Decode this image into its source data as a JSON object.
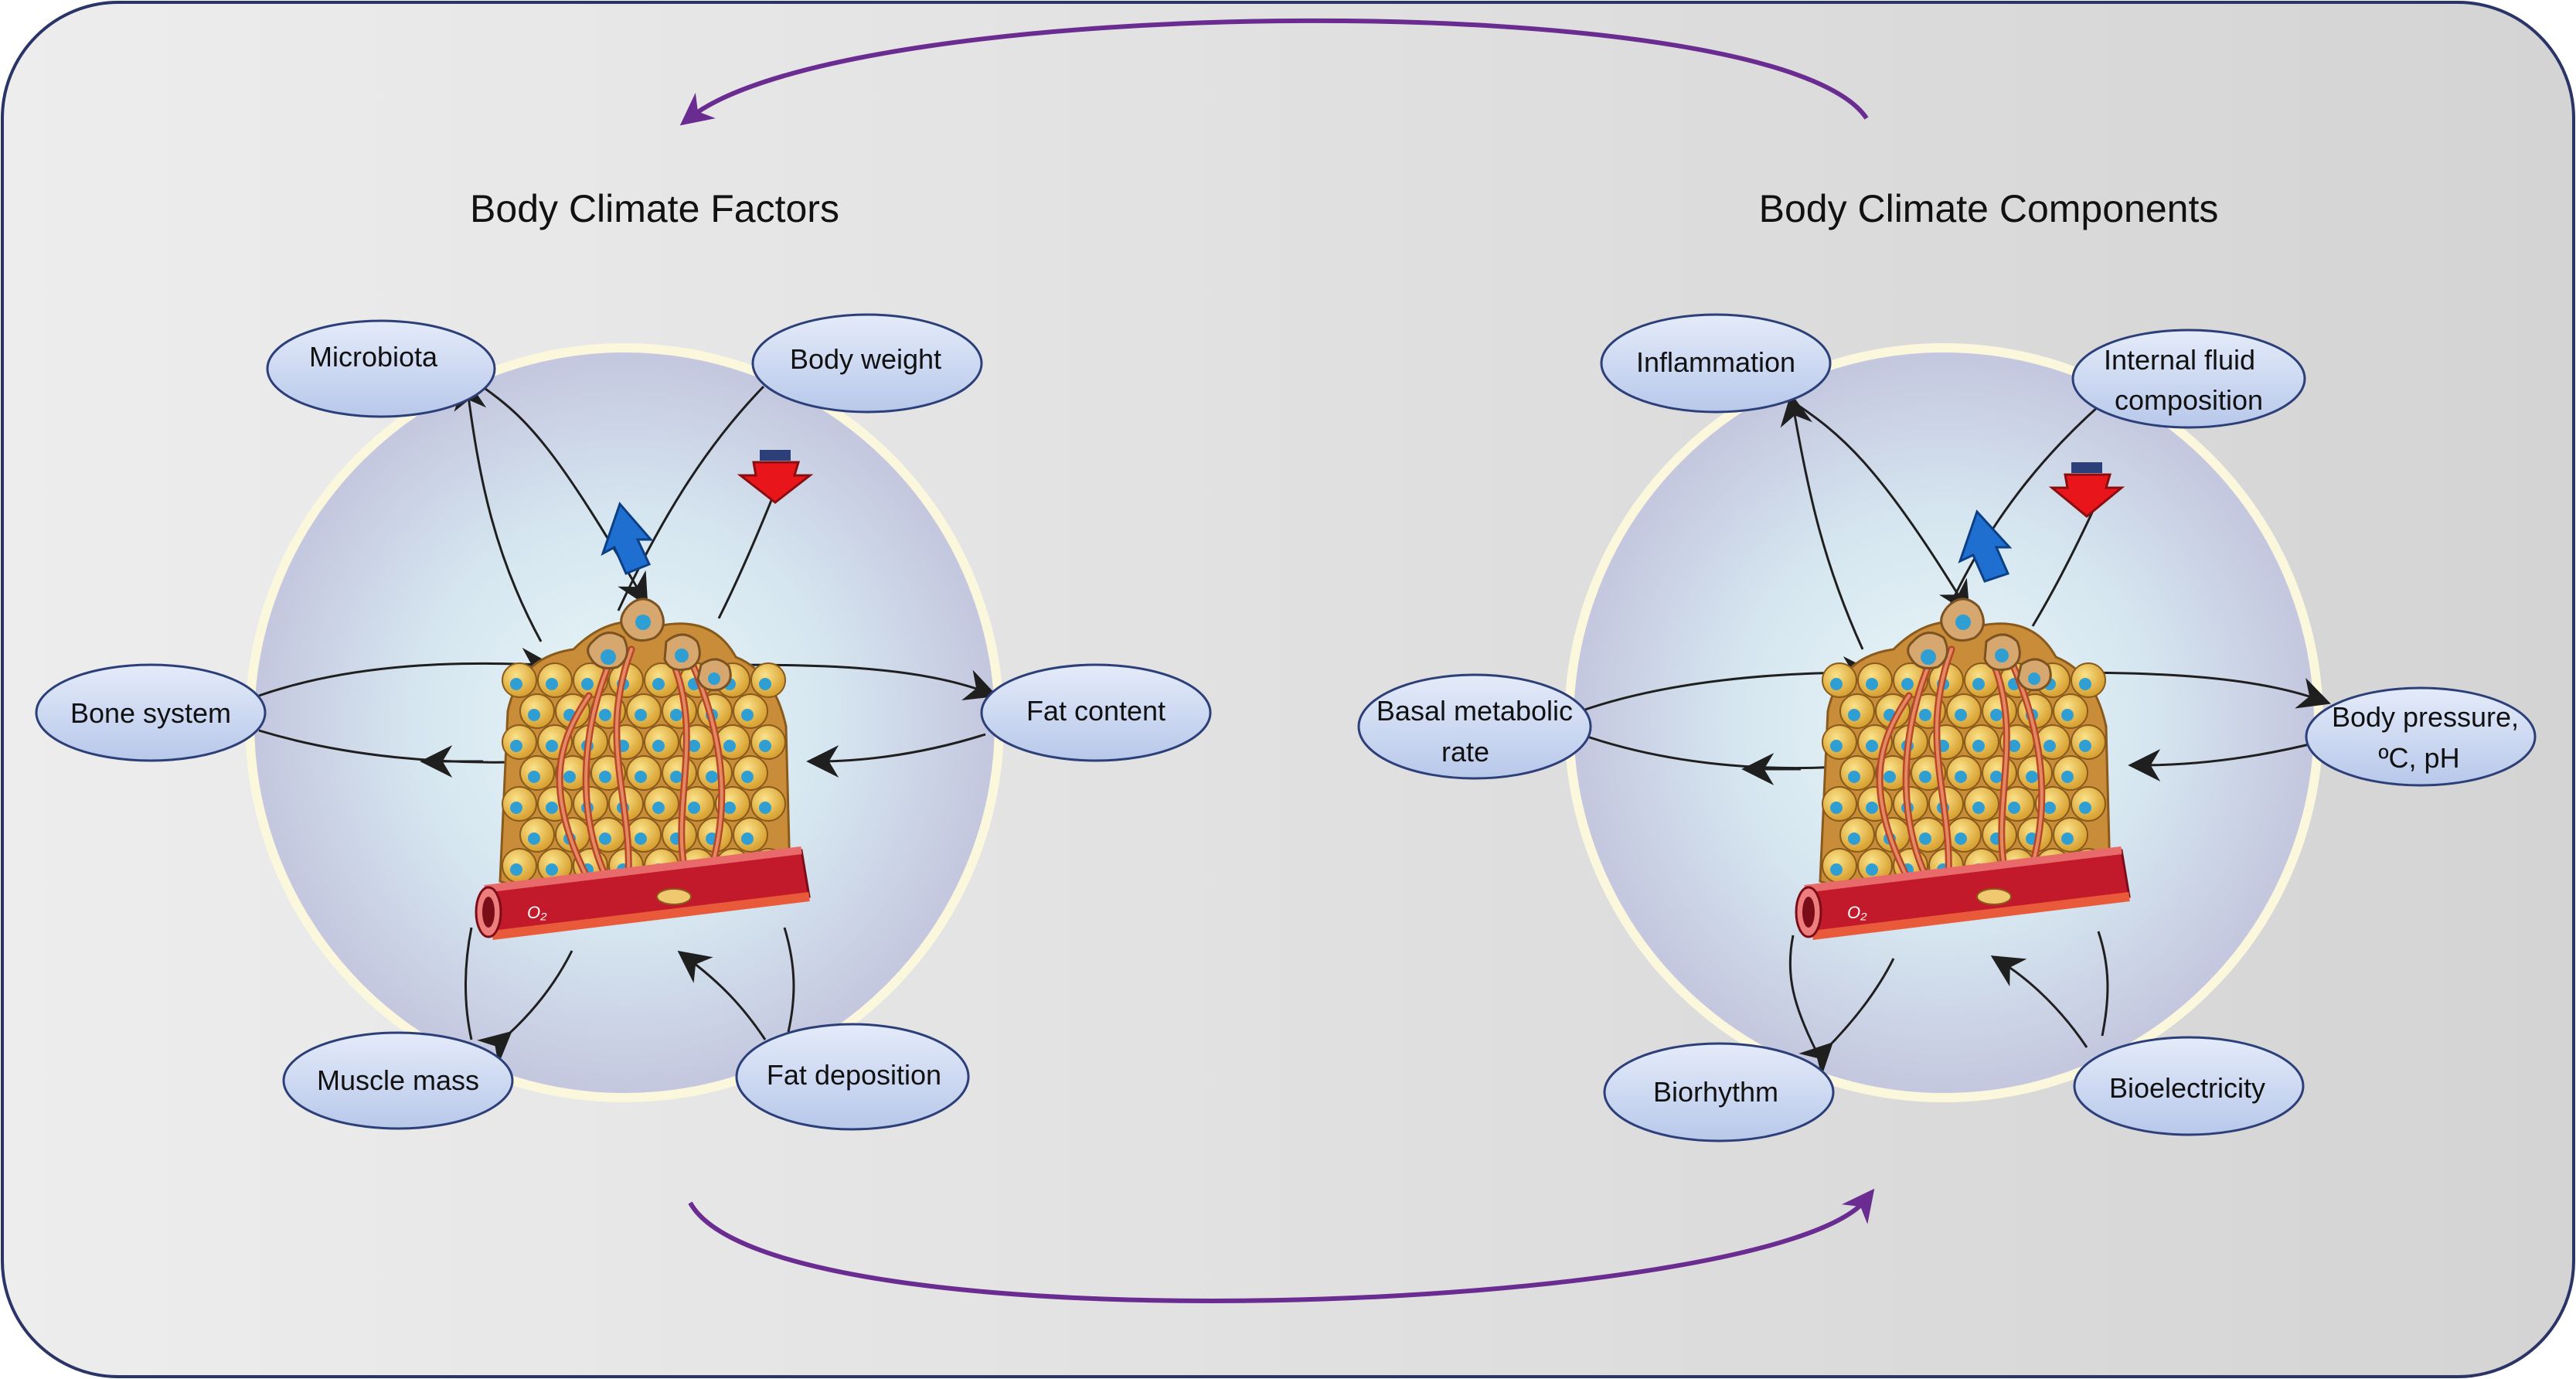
{
  "left_panel": {
    "title": "Body Climate Factors",
    "nodes": {
      "top_left": "Microbiota",
      "top_right": "Body weight",
      "mid_left": "Bone system",
      "mid_right": "Fat content",
      "bottom_left": "Muscle mass",
      "bottom_right": "Fat deposition"
    }
  },
  "right_panel": {
    "title": "Body Climate Components",
    "nodes": {
      "top_left": "Inflammation",
      "top_right": [
        "Internal fluid",
        "composition"
      ],
      "mid_left": [
        "Basal metabolic",
        "rate"
      ],
      "mid_right": [
        "Body pressure,",
        "ºC, pH"
      ],
      "bottom_left": "Biorhythm",
      "bottom_right": "Bioelectricity"
    }
  },
  "illustration": {
    "subject": "adipose-tissue-with-blood-vessel",
    "vessel_label": "O₂",
    "up_arrow_color": "#1f6fd1",
    "down_arrow_color": "#e8161b"
  },
  "colors": {
    "background": "#d9d9d9",
    "cycle_arrow": "#6a2c91",
    "oval_fill": "#c9d6f0",
    "oval_border": "#2c3f78"
  }
}
